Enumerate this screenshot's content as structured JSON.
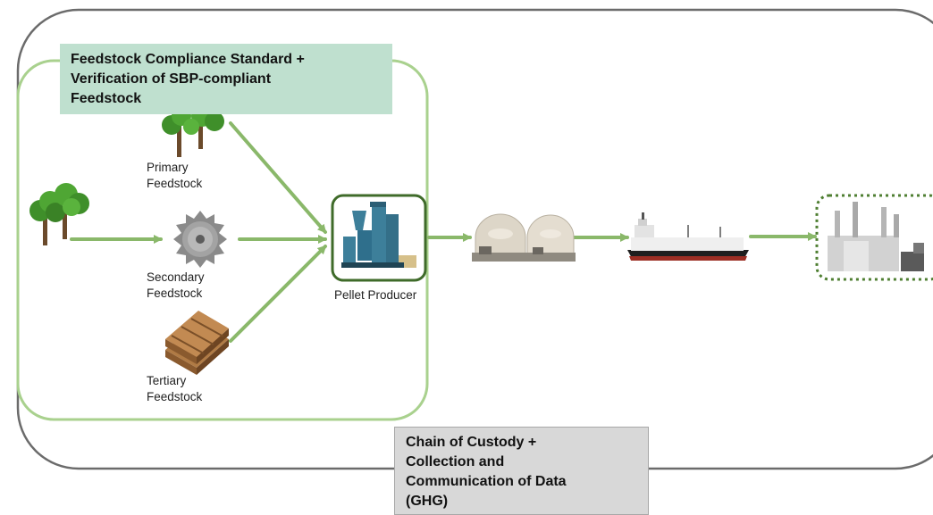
{
  "verification_box": {
    "lines": [
      "Feedstock Compliance Standard +",
      "Verification of SBP-compliant",
      "Feedstock"
    ]
  },
  "custody_box": {
    "lines": [
      "Chain of Custody +",
      "Collection and",
      "Communication of Data",
      "(GHG)"
    ]
  },
  "labels": {
    "primary": [
      "Primary",
      "Feedstock"
    ],
    "secondary": [
      "Secondary",
      "Feedstock"
    ],
    "tertiary": [
      "Tertiary",
      "Feedstock"
    ],
    "pellet_producer": "Pellet Producer"
  },
  "icons": {
    "forest": "trees-icon",
    "primary": "trees-icon",
    "secondary": "saw-blade-icon",
    "tertiary": "pallets-icon",
    "pellet_producer": "pellet-mill-icon",
    "storage": "storage-domes-icon",
    "transport": "cargo-ship-icon",
    "power_station": "power-station-icon"
  },
  "colors": {
    "arrow": "#8ab86a",
    "inner_boundary": "#a9d18e",
    "outer_boundary": "#6b6b6b",
    "pellet_frame": "#3f6b2a",
    "power_frame": "#4f7f32",
    "green_box": "#bfe0cf",
    "grey_box": "#d8d8d8"
  }
}
